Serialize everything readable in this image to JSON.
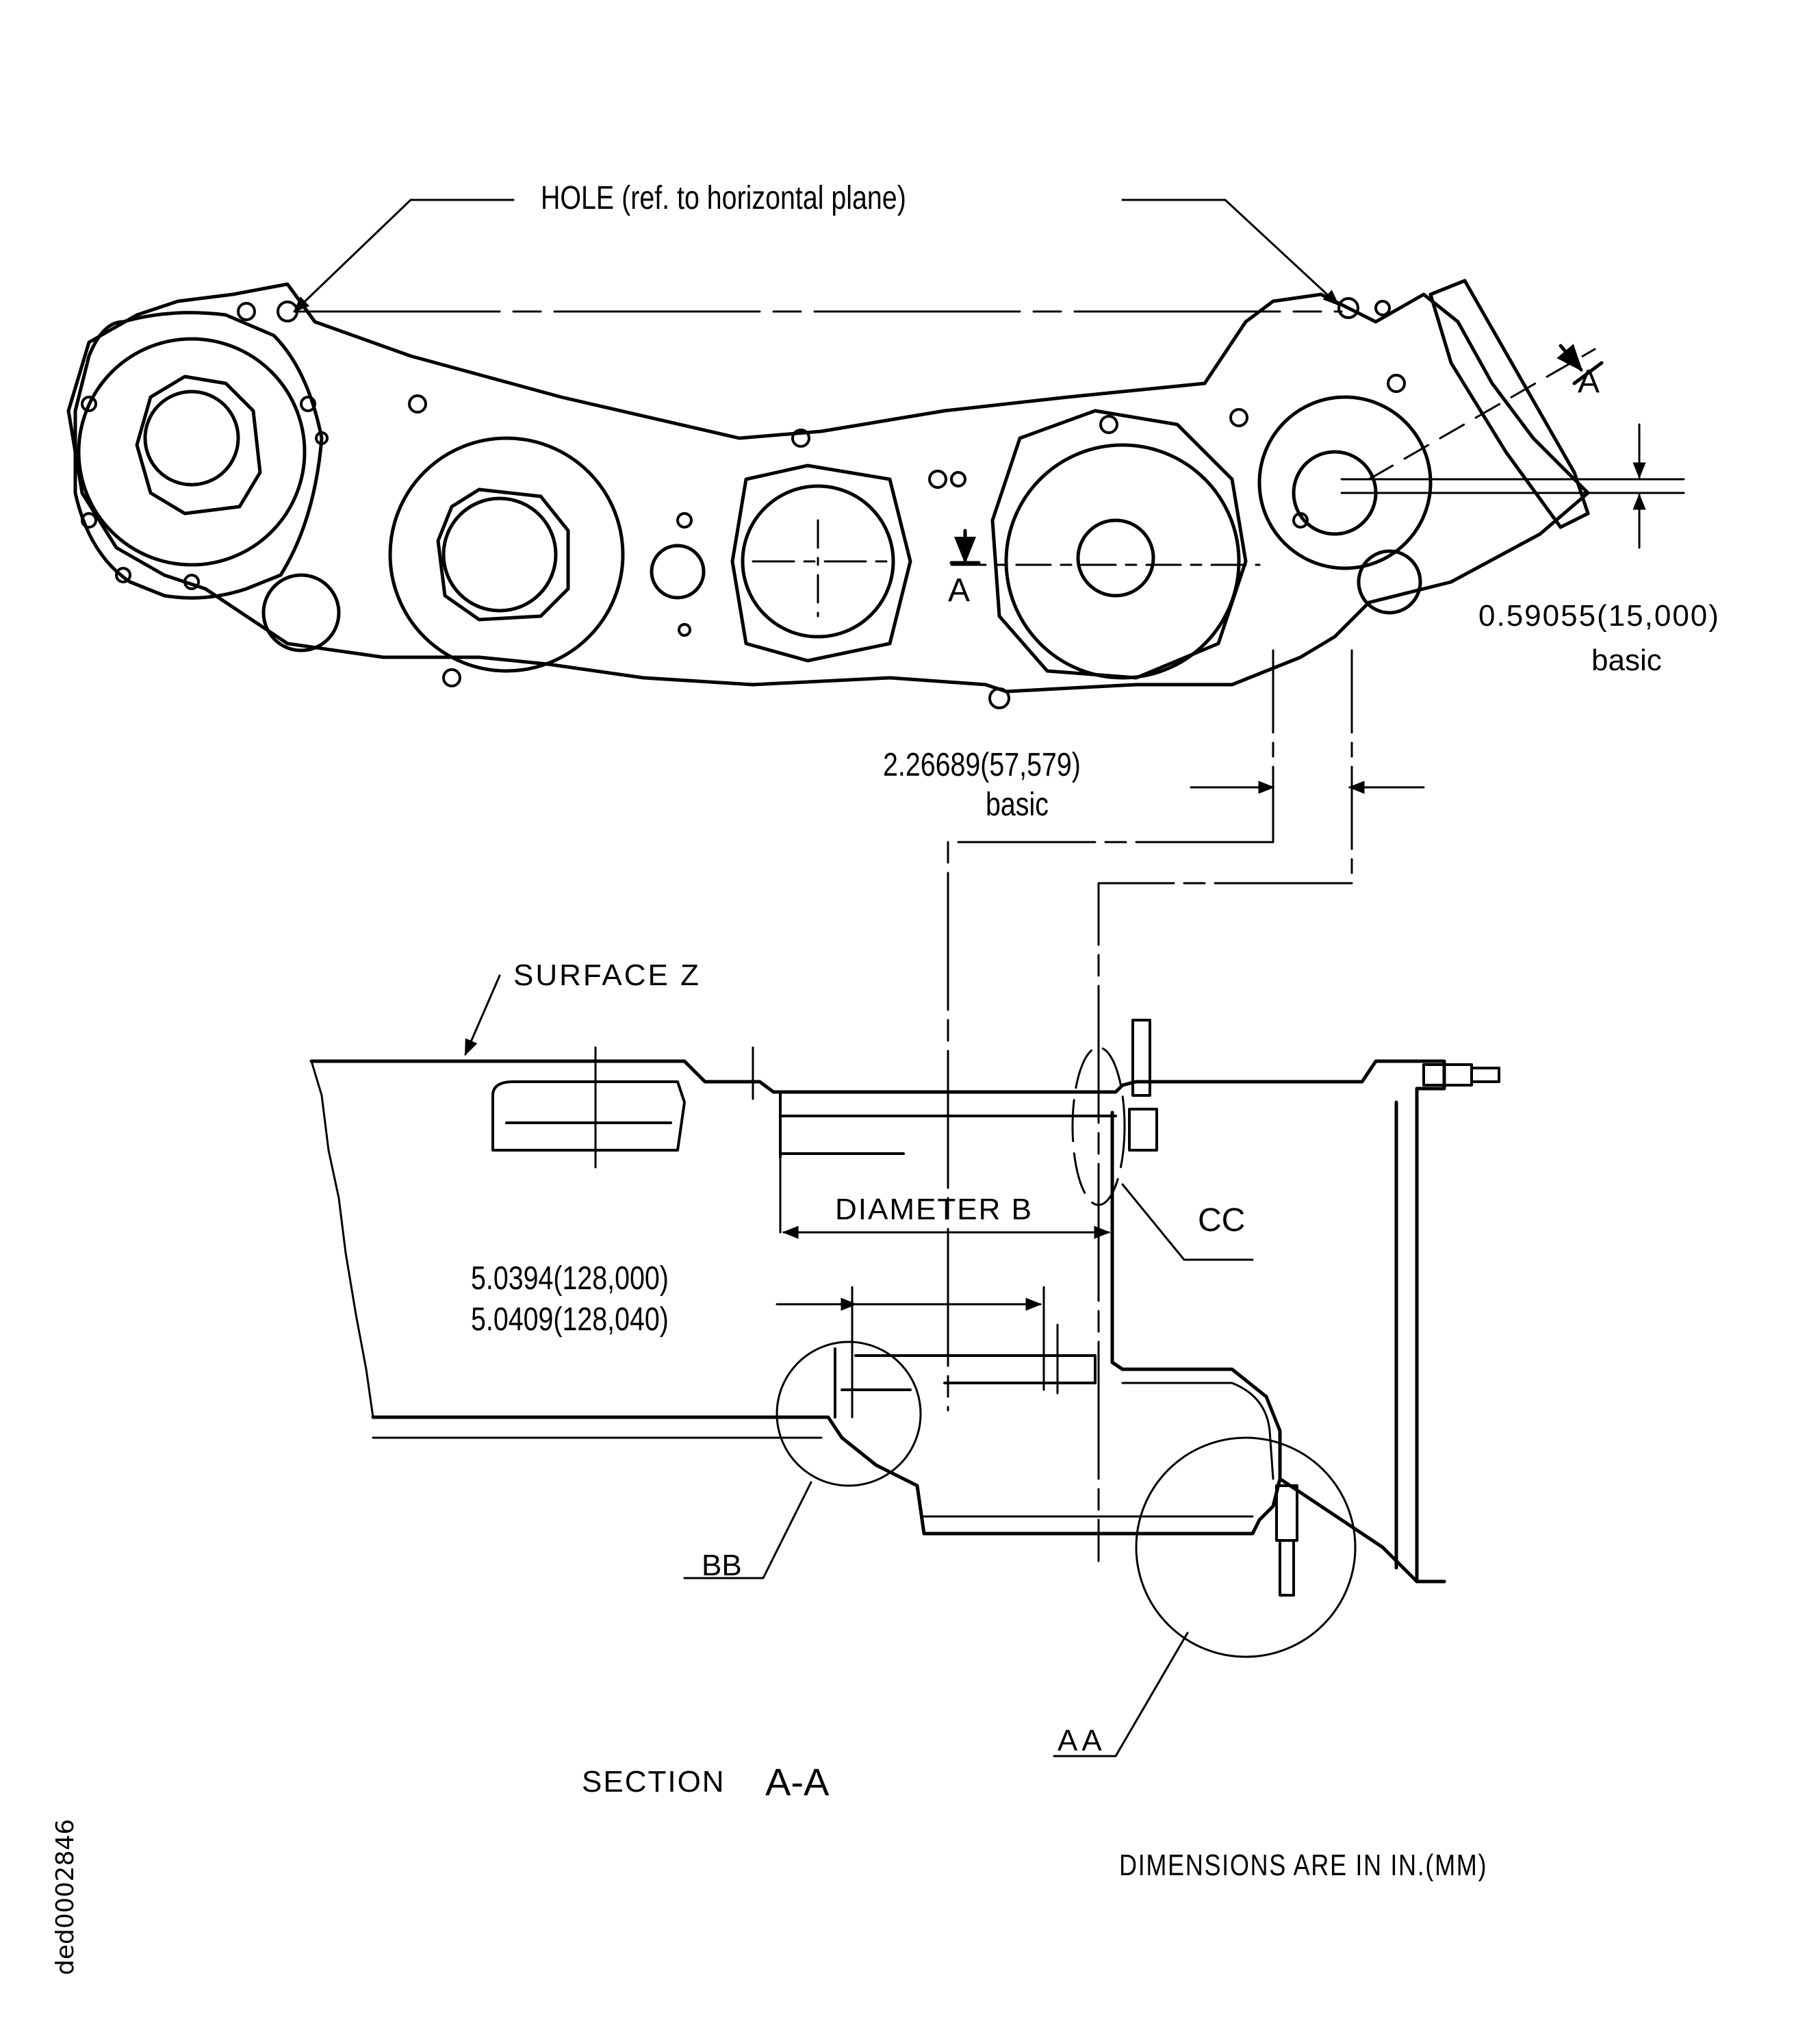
{
  "drawing": {
    "doc_id": "ded0002846",
    "units_note": "DIMENSIONS ARE IN IN.(MM)",
    "top_view": {
      "hole_callout": "HOLE (ref. to horizontal plane)",
      "section_marker_left": "A",
      "section_marker_right": "A",
      "dim_vertical_offset": {
        "value": "0.59055(15,000)",
        "qualifier": "basic"
      },
      "dim_horizontal_offset": {
        "value": "2.26689(57,579)",
        "qualifier": "basic"
      }
    },
    "section_view": {
      "title_word": "SECTION",
      "title_id": "A-A",
      "surface_label": "SURFACE Z",
      "diameter_label": "DIAMETER B",
      "bore_dim_min": "5.0394(128,000)",
      "bore_dim_max": "5.0409(128,040)",
      "detail_labels": {
        "aa": "AA",
        "bb": "BB",
        "cc": "CC"
      }
    },
    "colors": {
      "line": "#000000",
      "paper": "#ffffff"
    }
  }
}
